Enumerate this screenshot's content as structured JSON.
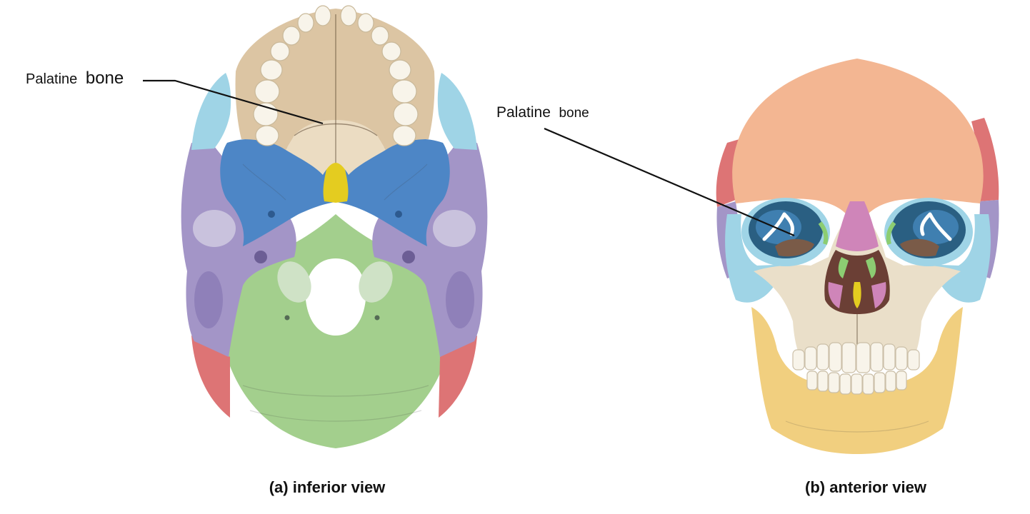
{
  "panels": [
    {
      "id": "inferior",
      "caption": "(a) inferior view",
      "label": {
        "part1": "Palatine",
        "part2": "bone"
      }
    },
    {
      "id": "anterior",
      "caption": "(b) anterior view",
      "label": {
        "part1": "Palatine",
        "part2": "bone"
      }
    }
  ],
  "bone_colors": {
    "maxilla": "#dcc5a3",
    "palatine": "#ebdcc2",
    "sphenoid": "#4d86c6",
    "vomer": "#e4cc20",
    "temporal": "#a395c7",
    "occipital": "#a3cf8d",
    "parietal": "#dd7475",
    "zygomatic": "#9fd4e6",
    "frontal": "#f3b692",
    "nasal": "#cf85b9",
    "ethmoid": "#8ccd72",
    "mandible": "#f1cf7f",
    "teeth": "#f8f4ea"
  }
}
